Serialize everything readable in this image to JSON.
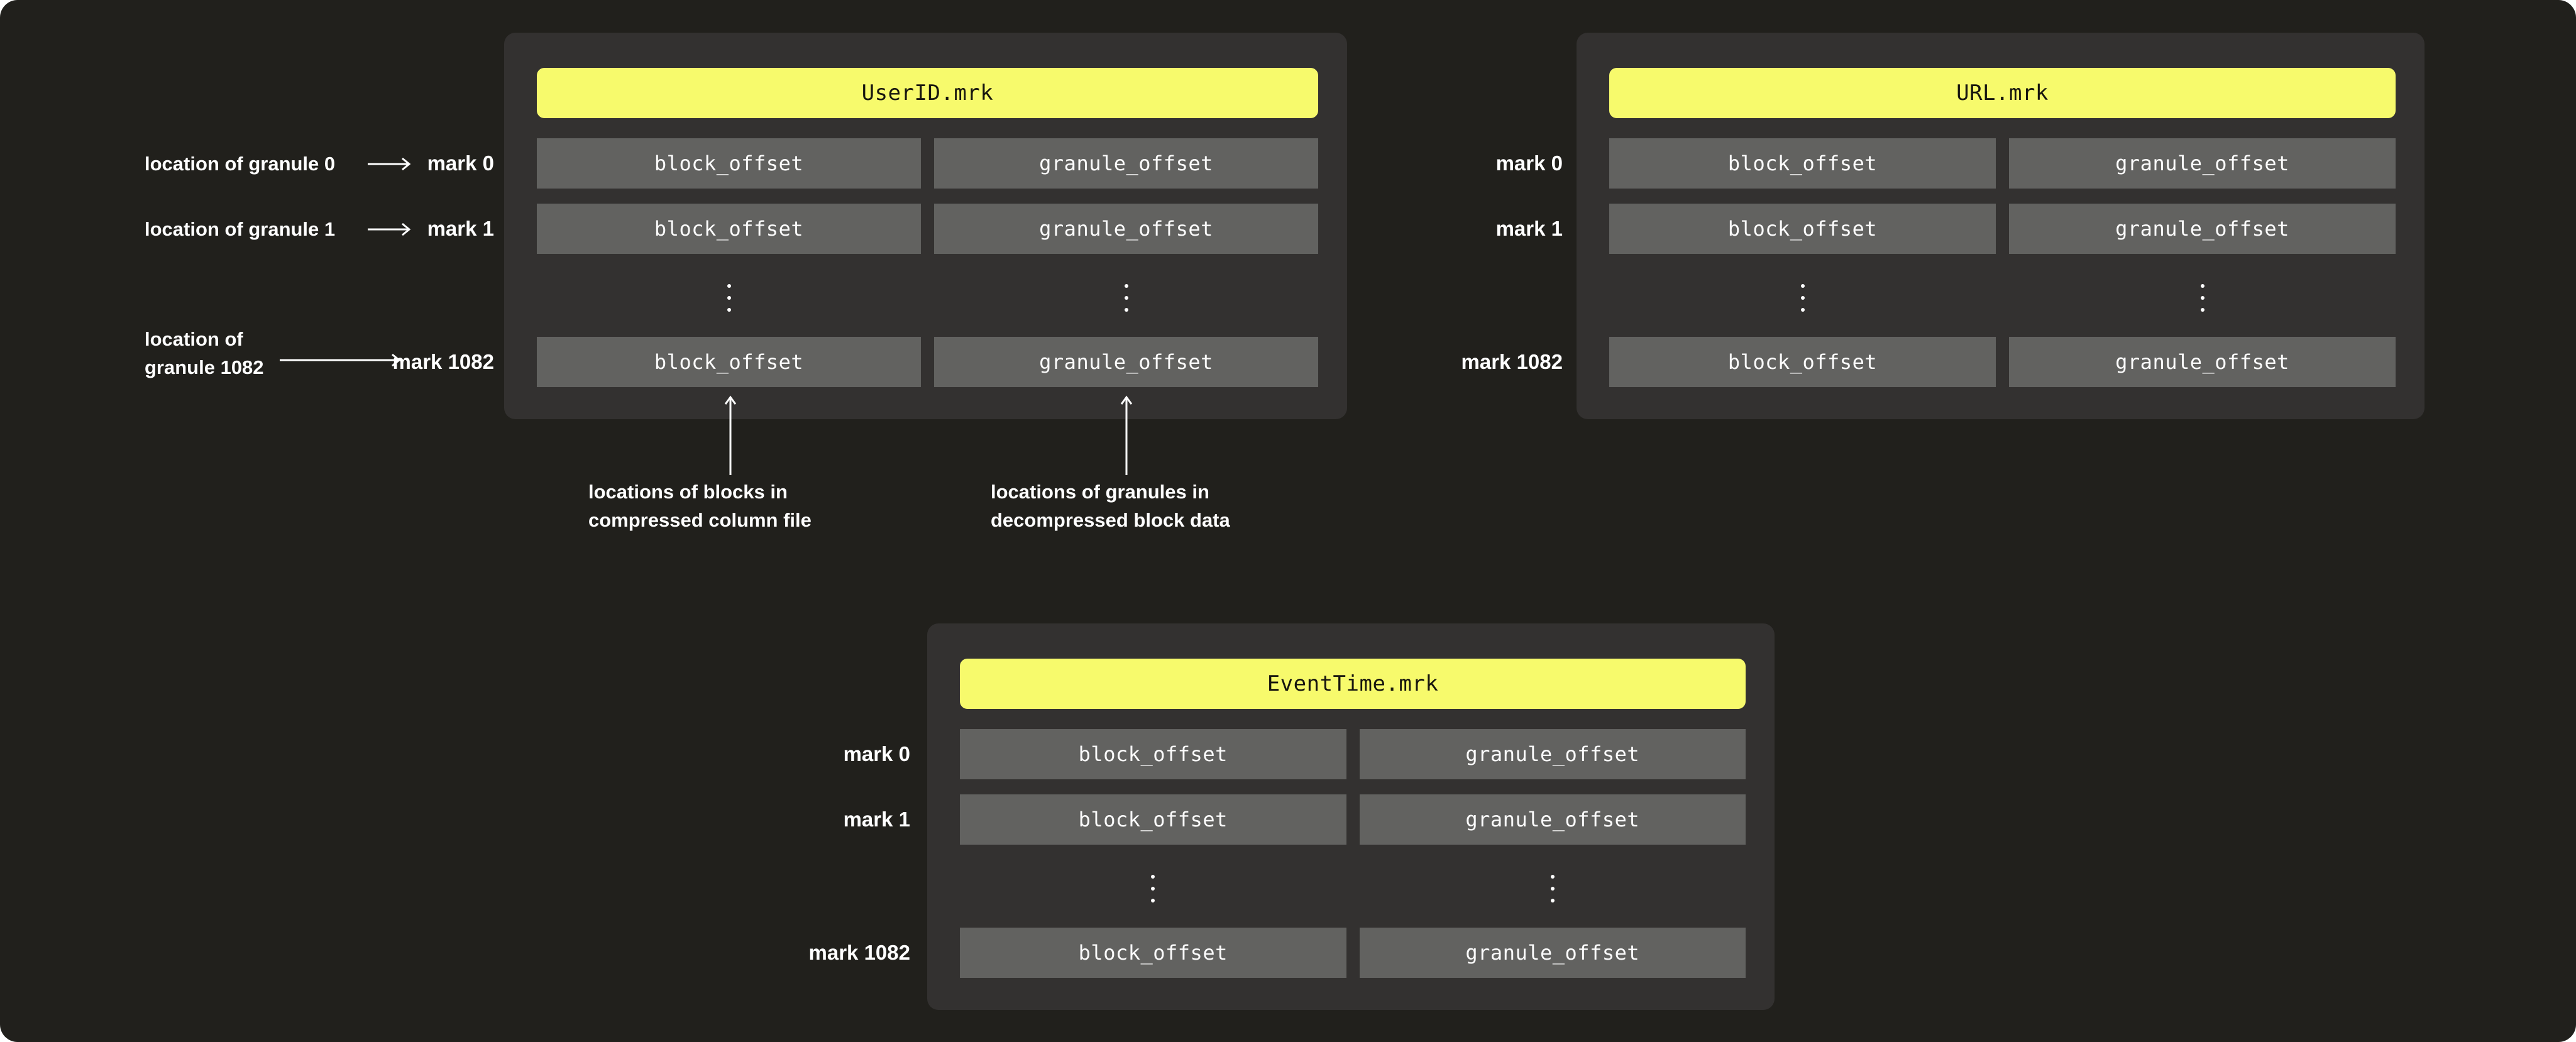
{
  "colors": {
    "background": "#21201c",
    "panel": "#333130",
    "cell": "#626260",
    "header_fill": "#f7fa6c",
    "header_text": "#17160f",
    "text": "#ffffff"
  },
  "panels": [
    {
      "title": "UserID.mrk",
      "marks": [
        "mark 0",
        "mark 1",
        "mark 1082"
      ],
      "rows": [
        {
          "block": "block_offset",
          "granule": "granule_offset"
        },
        {
          "block": "block_offset",
          "granule": "granule_offset"
        },
        {
          "block": "block_offset",
          "granule": "granule_offset"
        }
      ]
    },
    {
      "title": "URL.mrk",
      "marks": [
        "mark 0",
        "mark 1",
        "mark 1082"
      ],
      "rows": [
        {
          "block": "block_offset",
          "granule": "granule_offset"
        },
        {
          "block": "block_offset",
          "granule": "granule_offset"
        },
        {
          "block": "block_offset",
          "granule": "granule_offset"
        }
      ]
    },
    {
      "title": "EventTime.mrk",
      "marks": [
        "mark 0",
        "mark 1",
        "mark 1082"
      ],
      "rows": [
        {
          "block": "block_offset",
          "granule": "granule_offset"
        },
        {
          "block": "block_offset",
          "granule": "granule_offset"
        },
        {
          "block": "block_offset",
          "granule": "granule_offset"
        }
      ]
    }
  ],
  "annotations": {
    "granule0": "location of granule 0",
    "granule1": "location of granule 1",
    "granule1082_line1": "location of",
    "granule1082_line2": "granule 1082",
    "blocks_line1": "locations of blocks in",
    "blocks_line2": "compressed column file",
    "granules_line1": "locations of granules in",
    "granules_line2": "decompressed block data"
  },
  "icons": {
    "right_arrow": "→",
    "up_arrow": "↑",
    "vertical_ellipsis": "⋮"
  }
}
